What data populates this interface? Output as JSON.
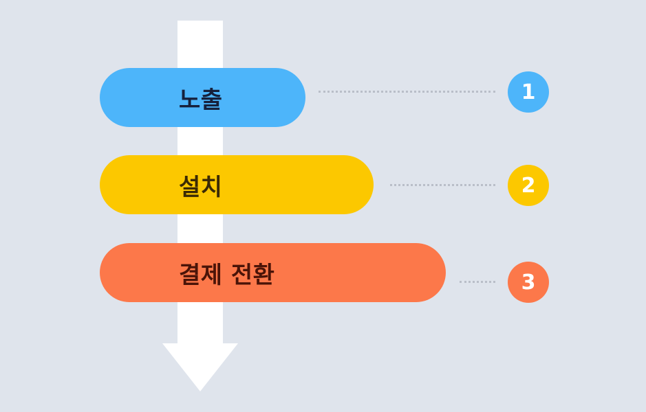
{
  "stages": [
    {
      "label": "노출",
      "number": "1",
      "color": "#4db5fa",
      "text_color": "#16213c"
    },
    {
      "label": "설치",
      "number": "2",
      "color": "#fcc800",
      "text_color": "#3b2a05"
    },
    {
      "label": "결제 전환",
      "number": "3",
      "color": "#fc784a",
      "text_color": "#4a1408"
    }
  ],
  "arrow_color": "#ffffff",
  "background_color": "#dfe4ec"
}
